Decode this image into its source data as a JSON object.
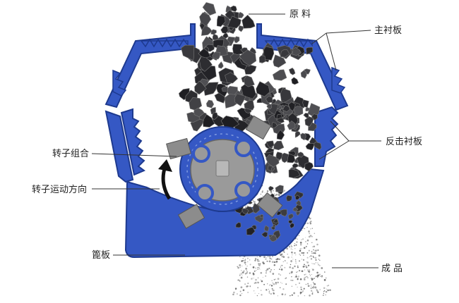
{
  "labels": {
    "raw_material": "原料",
    "main_liner": "主衬板",
    "impact_liner": "反击衬板",
    "rotor_assembly": "转子组合",
    "rotor_direction": "转子运动方向",
    "grate_plate": "篦板",
    "product": "成品"
  },
  "icons": {
    "rotation_arrow": "curved-arrow-up-icon"
  },
  "colors": {
    "casing": "#3558c4",
    "casing_outline": "#1e3a8f",
    "rotor_hub": "#9a9a9a",
    "hammer": "#8c8c8c",
    "material": "#2b2b2b",
    "product": "#9b9b9b",
    "leader_line": "#333333",
    "text": "#222222"
  }
}
